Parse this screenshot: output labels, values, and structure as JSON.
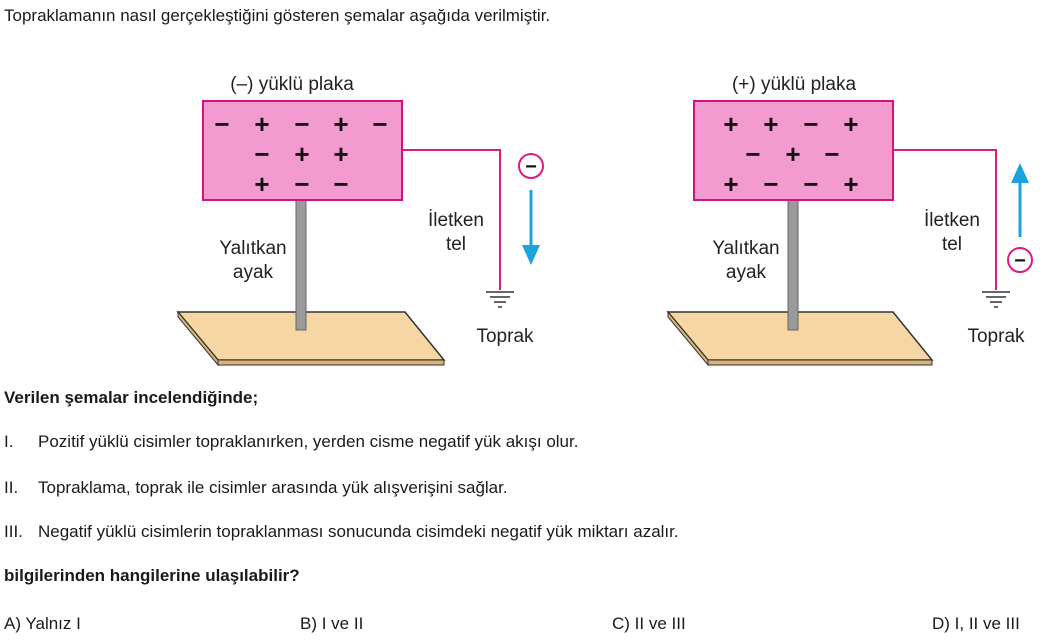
{
  "intro": "Topraklamanın nasıl gerçekleştiğini gösteren şemalar aşağıda verilmiştir.",
  "left_diagram": {
    "plate_label": "(–) yüklü plaka",
    "signs_row1": [
      "−",
      "+",
      "−",
      "+",
      "−"
    ],
    "signs_row2": [
      "−",
      "+",
      "+"
    ],
    "signs_row3": [
      "+",
      "−",
      "−"
    ],
    "stand_label_line1": "Yalıtkan",
    "stand_label_line2": "ayak",
    "wire_label_line1": "İletken",
    "wire_label_line2": "tel",
    "ground_label": "Toprak",
    "electron_symbol": "−",
    "arrow_direction": "down"
  },
  "right_diagram": {
    "plate_label": "(+) yüklü plaka",
    "signs_row1": [
      "+",
      "+",
      "−",
      "+"
    ],
    "signs_row2": [
      "−",
      "+",
      "−"
    ],
    "signs_row3": [
      "+",
      "−",
      "−",
      "+"
    ],
    "stand_label_line1": "Yalıtkan",
    "stand_label_line2": "ayak",
    "wire_label_line1": "İletken",
    "wire_label_line2": "tel",
    "ground_label": "Toprak",
    "electron_symbol": "−",
    "arrow_direction": "up"
  },
  "colors": {
    "plate_fill": "#f39bd0",
    "plate_stroke": "#d3127f",
    "wire": "#e0197f",
    "arrow": "#1aa3dc",
    "base_fill": "#f6d7a3",
    "stand": "#9a9a9a"
  },
  "question_intro": "Verilen şemalar incelendiğinde;",
  "statements": [
    {
      "num": "I.",
      "text": "Pozitif yüklü cisimler topraklanırken, yerden cisme negatif yük akışı olur."
    },
    {
      "num": "II.",
      "text": "Topraklama, toprak ile cisimler arasında yük alışverişini sağlar."
    },
    {
      "num": "III.",
      "text": "Negatif yüklü cisimlerin topraklanması sonucunda cisimdeki negatif yük miktarı azalır."
    }
  ],
  "question": "bilgilerinden hangilerine ulaşılabilir?",
  "choices": [
    "A) Yalnız I",
    "B) I ve II",
    "C) II ve III",
    "D) I, II ve III"
  ]
}
